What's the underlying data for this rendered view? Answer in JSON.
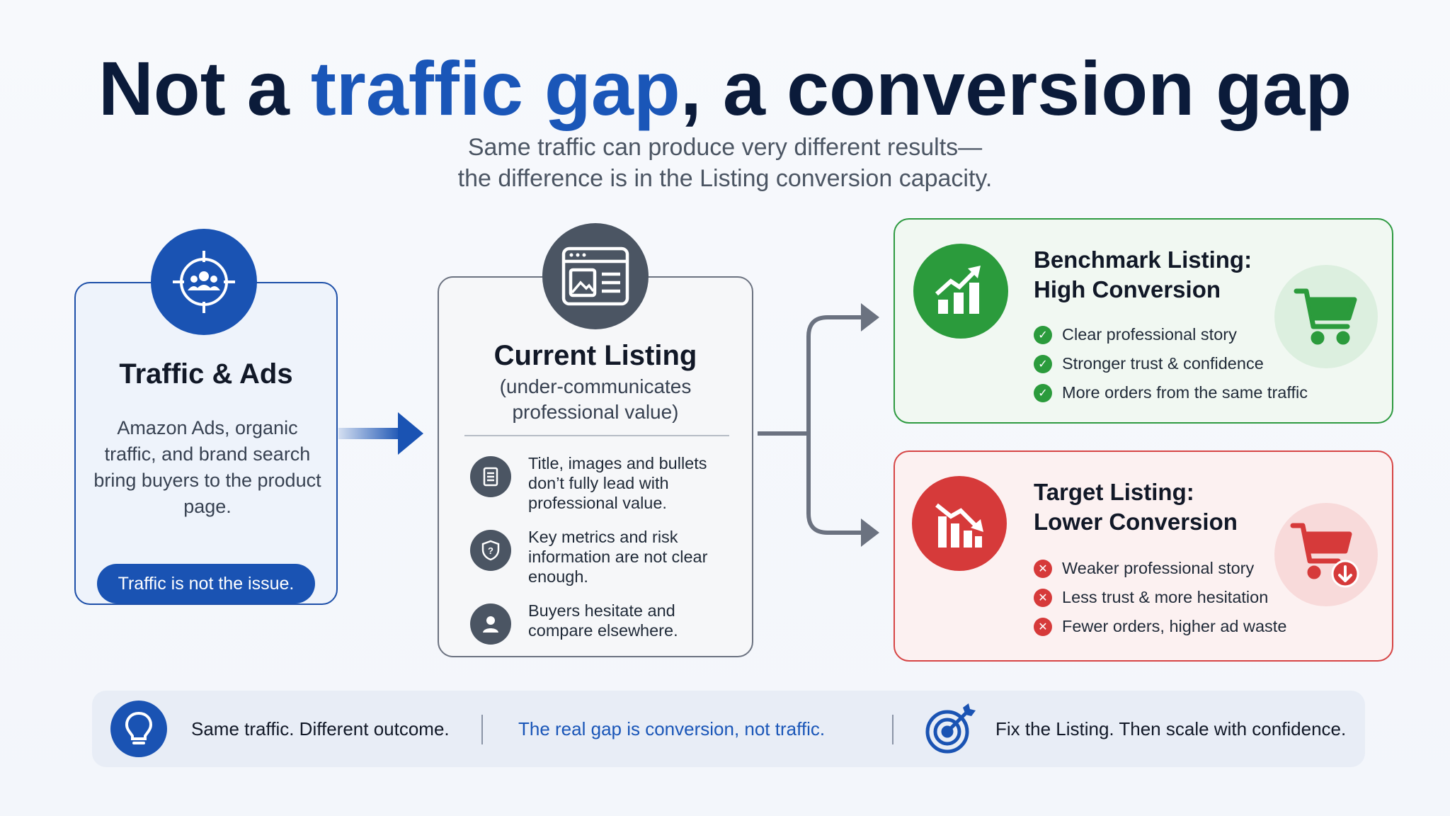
{
  "title": {
    "part1": "Not a ",
    "accent": "traffic gap",
    "part2": ", a conversion gap"
  },
  "subtitle": {
    "line1": "Same traffic can produce very different results—",
    "line2": "the difference is in the Listing conversion capacity."
  },
  "traffic_card": {
    "icon": "target-users-icon",
    "title": "Traffic & Ads",
    "body": "Amazon Ads, organic traffic, and brand search bring buyers to the product page.",
    "pill": "Traffic is not the issue."
  },
  "current_card": {
    "icon": "browser-listing-icon",
    "title": "Current Listing",
    "subtitle_line1": "(under-communicates",
    "subtitle_line2": "professional value)",
    "issues": [
      {
        "icon": "document-icon",
        "text": "Title, images and bullets don’t fully lead with professional value."
      },
      {
        "icon": "shield-question-icon",
        "text": "Key metrics and risk information are not clear enough."
      },
      {
        "icon": "user-icon",
        "text": "Buyers hesitate and compare elsewhere."
      }
    ]
  },
  "benchmark_card": {
    "icon": "chart-up-icon",
    "title_line1": "Benchmark Listing:",
    "title_line2": "High Conversion",
    "items": [
      "Clear professional story",
      "Stronger trust & confidence",
      "More orders from the same traffic"
    ],
    "cart_icon": "cart-icon"
  },
  "target_card": {
    "icon": "chart-down-icon",
    "title_line1": "Target Listing:",
    "title_line2": "Lower Conversion",
    "items": [
      "Weaker professional story",
      "Less trust & more hesitation",
      "Fewer orders, higher ad waste"
    ],
    "cart_icon": "cart-down-icon"
  },
  "bottom_bar": {
    "left_icon": "lightbulb-icon",
    "left_text": "Same traffic. Different outcome.",
    "middle_text": "The real gap is conversion, not traffic.",
    "right_icon": "target-arrow-icon",
    "right_text": "Fix the Listing. Then scale with confidence."
  },
  "colors": {
    "navy": "#0b1b3a",
    "blue": "#1a56b8",
    "green": "#2b9b3c",
    "red": "#d63a3a",
    "gray": "#4b5563"
  }
}
